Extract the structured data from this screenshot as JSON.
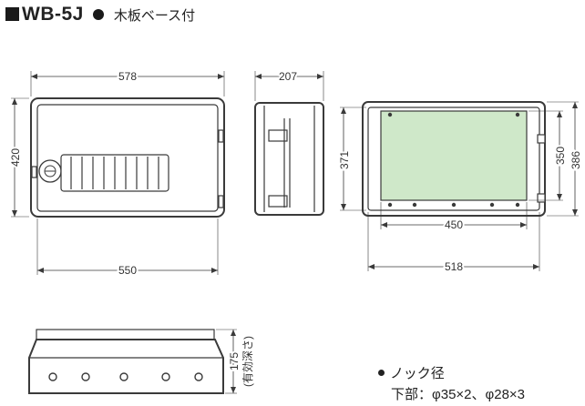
{
  "header": {
    "model": "WB-5J",
    "subtitle": "木板ベース付"
  },
  "dimensions": {
    "front_width_top": "578",
    "front_height": "420",
    "front_width_bottom": "550",
    "side_depth": "207",
    "back_height_outer": "371",
    "back_height_inner": "350",
    "back_height_total": "386",
    "back_width_inner": "450",
    "back_width_outer": "518",
    "bottom_depth": "175",
    "bottom_depth_note": "(有効深さ)"
  },
  "notes": {
    "title": "ノック径",
    "detail": "下部：φ35×2、φ28×3"
  },
  "colors": {
    "line": "#3a3a3a",
    "panel_green": "#cfe8c9",
    "ink": "#222222"
  }
}
